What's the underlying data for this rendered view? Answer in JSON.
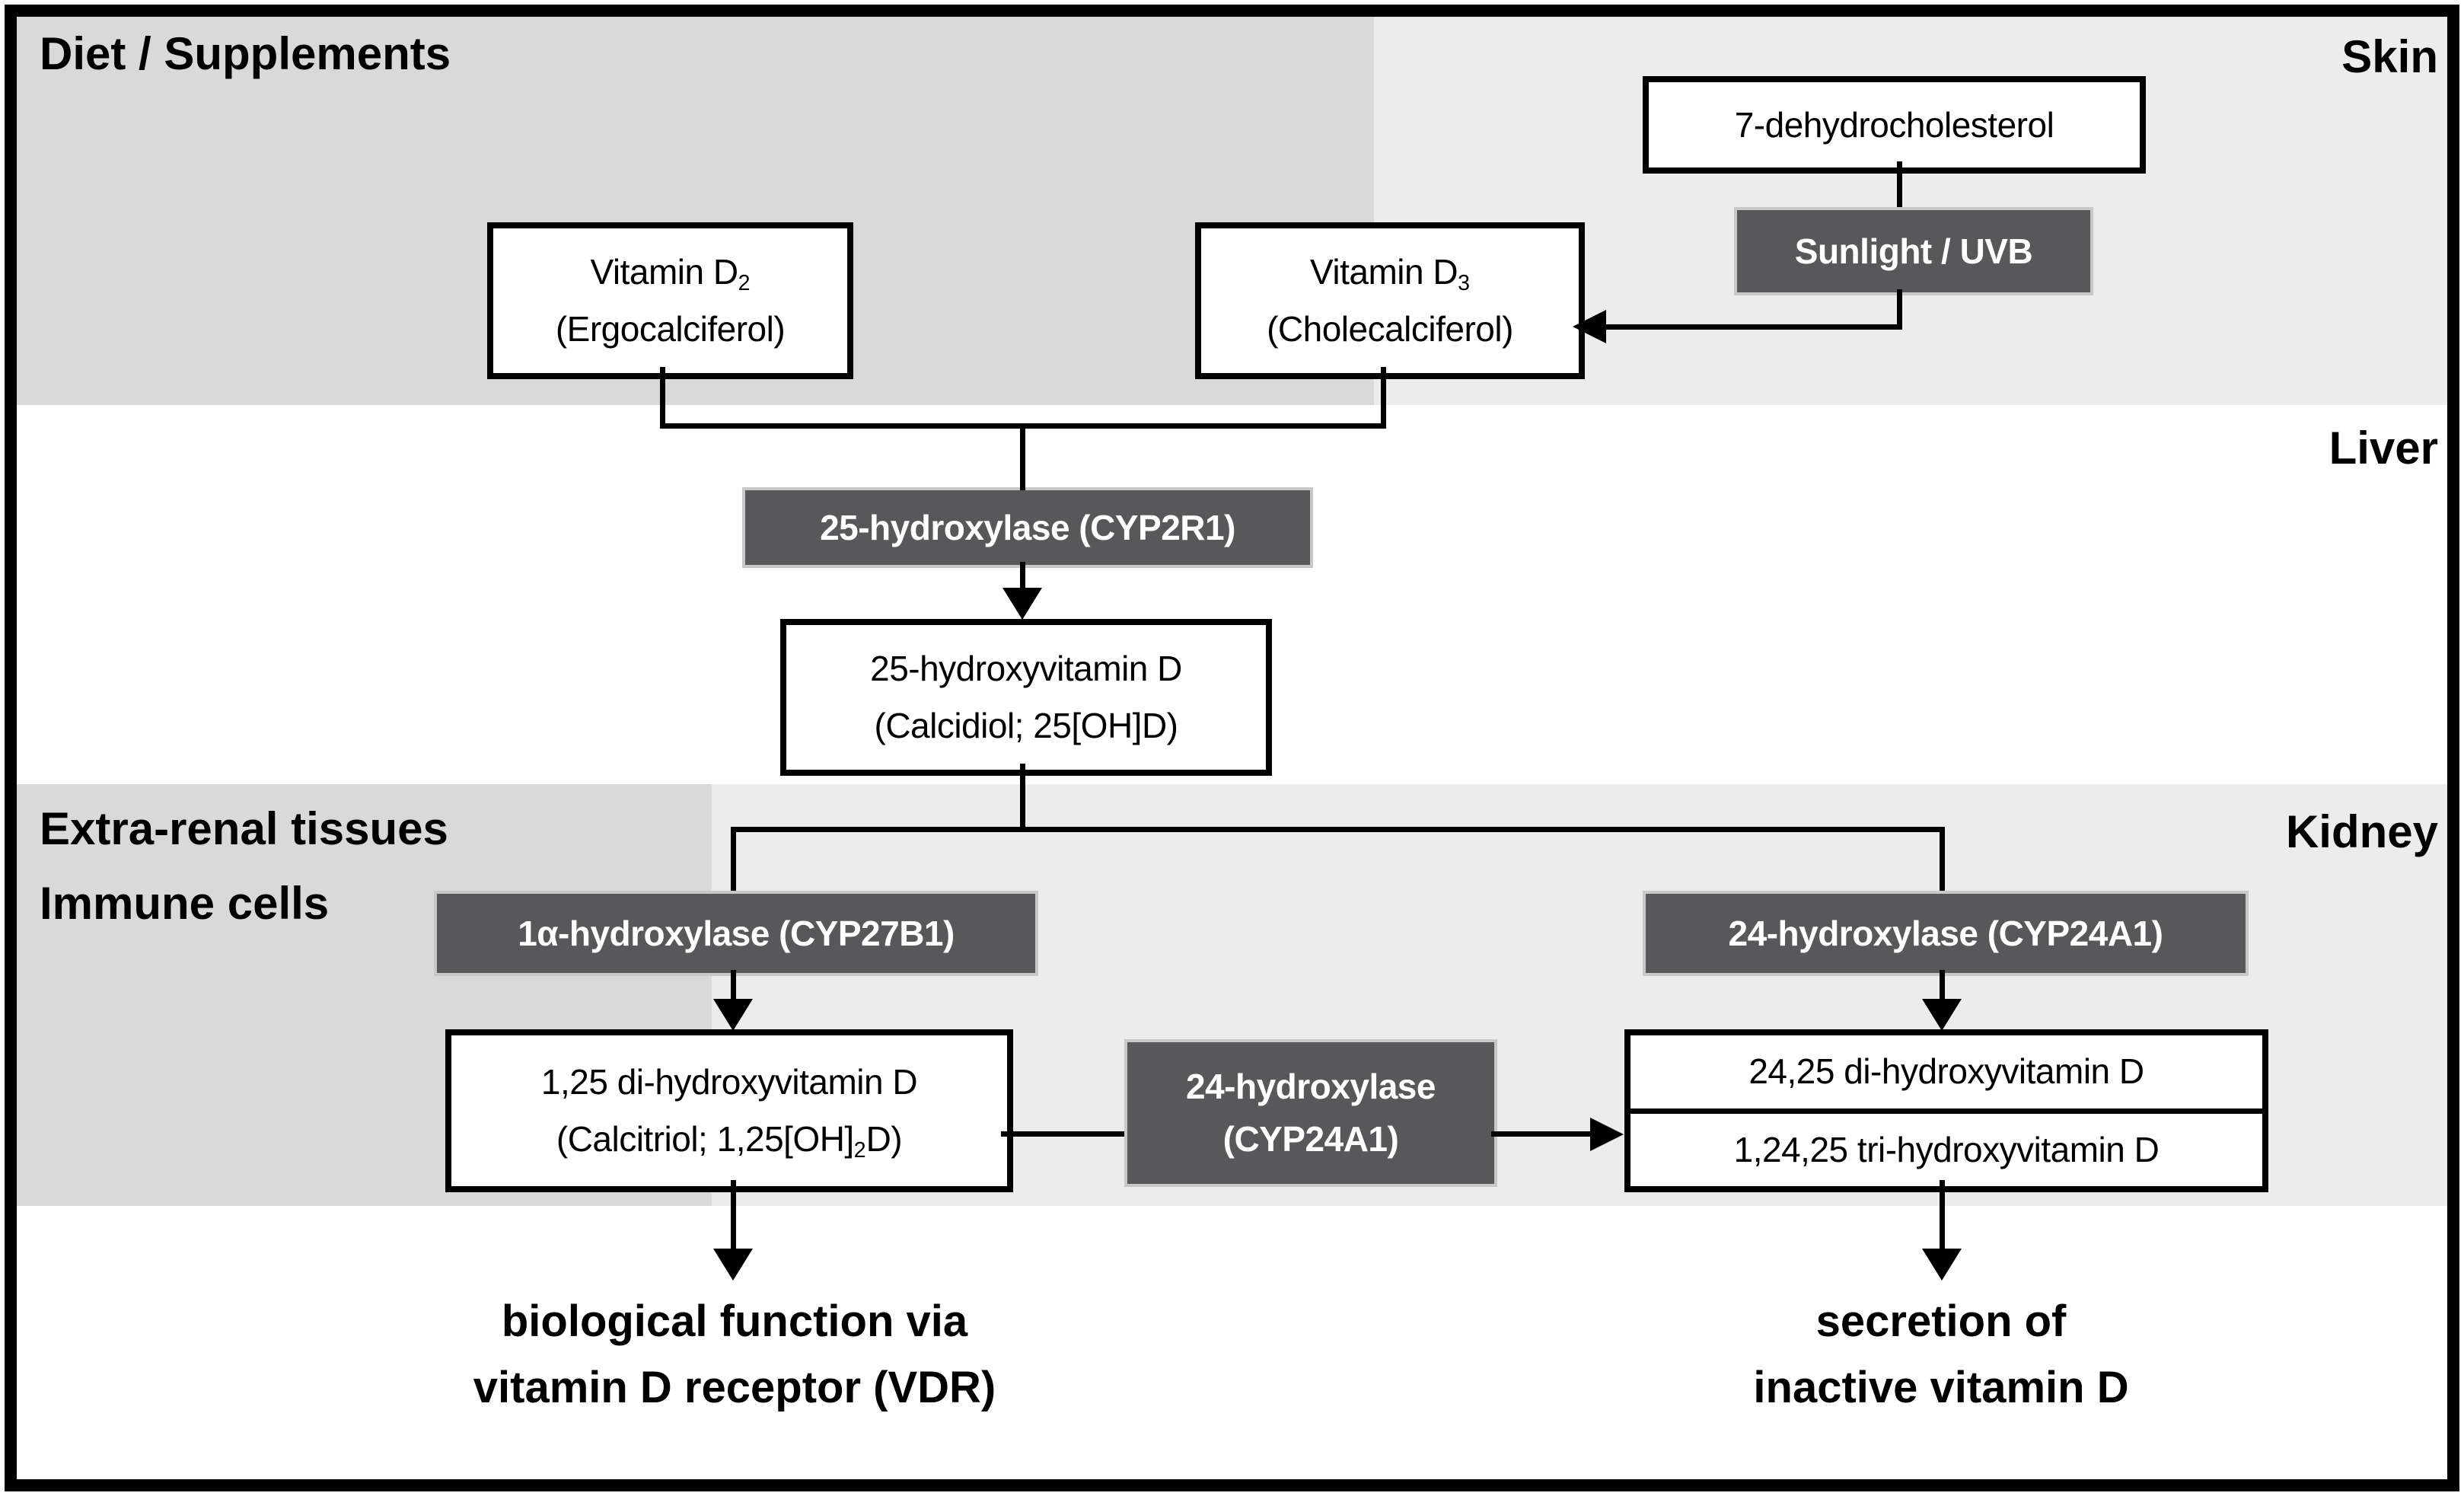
{
  "regions": {
    "diet": "Diet / Supplements",
    "skin": "Skin",
    "liver": "Liver",
    "kidney": "Kidney",
    "extra_renal": "Extra-renal tissues",
    "immune": "Immune cells"
  },
  "nodes": {
    "dhc": {
      "label": "7-dehydrocholesterol"
    },
    "sunlight": {
      "label": "Sunlight / UVB"
    },
    "d2": {
      "pre": "Vitamin D",
      "sub": "2",
      "alt": "(Ergocalciferol)"
    },
    "d3": {
      "pre": "Vitamin D",
      "sub": "3",
      "alt": "(Cholecalciferol)"
    },
    "hyd25": {
      "label": "25-hydroxylase (CYP2R1)"
    },
    "ohd": {
      "line1": "25-hydroxyvitamin D",
      "line2": "(Calcidiol; 25[OH]D)"
    },
    "hyd1a": {
      "label": "1α-hydroxylase (CYP27B1)"
    },
    "hyd24": {
      "label": "24-hydroxylase (CYP24A1)"
    },
    "d125": {
      "line1": "1,25 di-hydroxyvitamin D",
      "l2pre": "(Calcitriol; 1,25[OH]",
      "l2sub": "2",
      "l2post": "D)"
    },
    "hyd24mid": {
      "line1": "24-hydroxylase",
      "line2": "(CYP24A1)"
    },
    "d2425": {
      "label": "24,25 di-hydroxyvitamin D"
    },
    "d12425": {
      "label": "1,24,25 tri-hydroxyvitamin D"
    }
  },
  "outcomes": {
    "bio_line1": "biological function via",
    "bio_line2": "vitamin D receptor (VDR)",
    "sec_line1": "secretion of",
    "sec_line2": "inactive vitamin D"
  },
  "colors": {
    "panel_dark": "#d9d9d9",
    "panel_light": "#ececec",
    "enzyme_box": "#58585a",
    "line": "#000000"
  }
}
